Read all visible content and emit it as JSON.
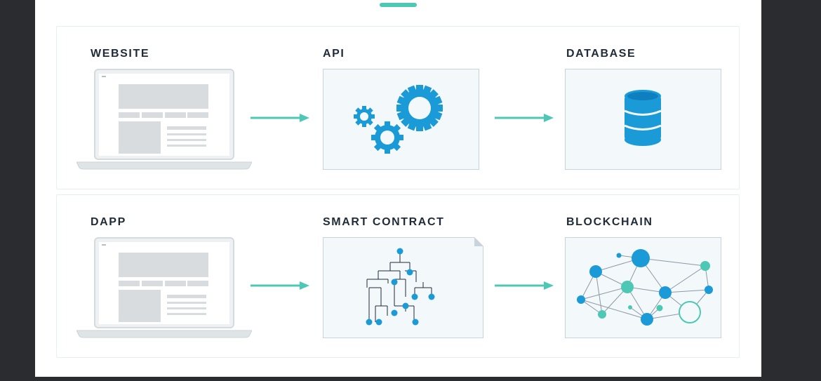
{
  "diagram": {
    "accent_color": "#4cc8b4",
    "icon_color": "#1b9ad8",
    "teal_color": "#4cc8b4",
    "rows": [
      {
        "id": "traditional",
        "steps": [
          {
            "label": "WEBSITE",
            "icon": "laptop-icon"
          },
          {
            "label": "API",
            "icon": "gears-icon"
          },
          {
            "label": "DATABASE",
            "icon": "database-icon"
          }
        ]
      },
      {
        "id": "decentralized",
        "steps": [
          {
            "label": "DAPP",
            "icon": "laptop-icon"
          },
          {
            "label": "SMART CONTRACT",
            "icon": "contract-tree-icon"
          },
          {
            "label": "BLOCKCHAIN",
            "icon": "network-graph-icon"
          }
        ]
      }
    ]
  }
}
